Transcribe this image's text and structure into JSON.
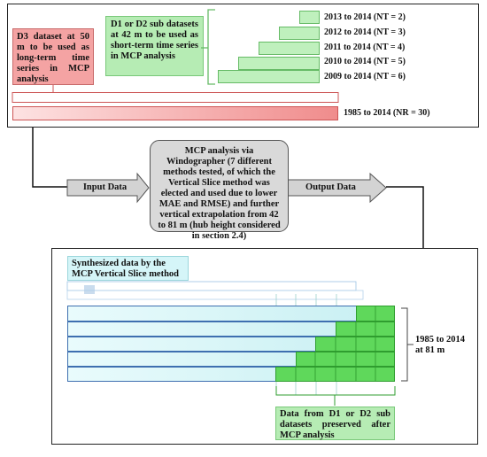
{
  "top_panel": {
    "d3_text": "D3 dataset at 50 m to be used as long-term time series in MCP analysis",
    "d1d2_text": "D1 or D2 sub datasets at 42 m to be used as short-term time series in MCP analysis",
    "short_term_periods": [
      "2013 to 2014 (NT = 2)",
      "2012 to 2014 (NT = 3)",
      "2011 to 2014 (NT = 4)",
      "2010 to 2014 (NT = 5)",
      "2009 to 2014 (NT = 6)"
    ],
    "long_term_period": "1985 to 2014 (NR = 30)"
  },
  "flow": {
    "input_label": "Input Data",
    "output_label": "Output Data",
    "mcp_text": "MCP analysis via Windographer (7 different methods tested, of which the Vertical Slice method was elected and used due to lower MAE and RMSE) and further vertical extrapolation from 42 to 81 m (hub height considered in section 2.4)"
  },
  "bottom_panel": {
    "synth_title": "Synthesized data by the MCP Vertical Slice method",
    "period_label": "1985 to 2014 at 81 m",
    "preserved_text": "Data from D1 or D2 sub datasets preserved after MCP analysis"
  },
  "colors": {
    "red_fill": "#f4a3a3",
    "green_fill": "#b6ecb4",
    "green_cell": "#5fd85b",
    "cyan_fill": "#d5f5f8",
    "row_border": "#3e6fb0",
    "arrow_fill": "#d3d3d3"
  }
}
